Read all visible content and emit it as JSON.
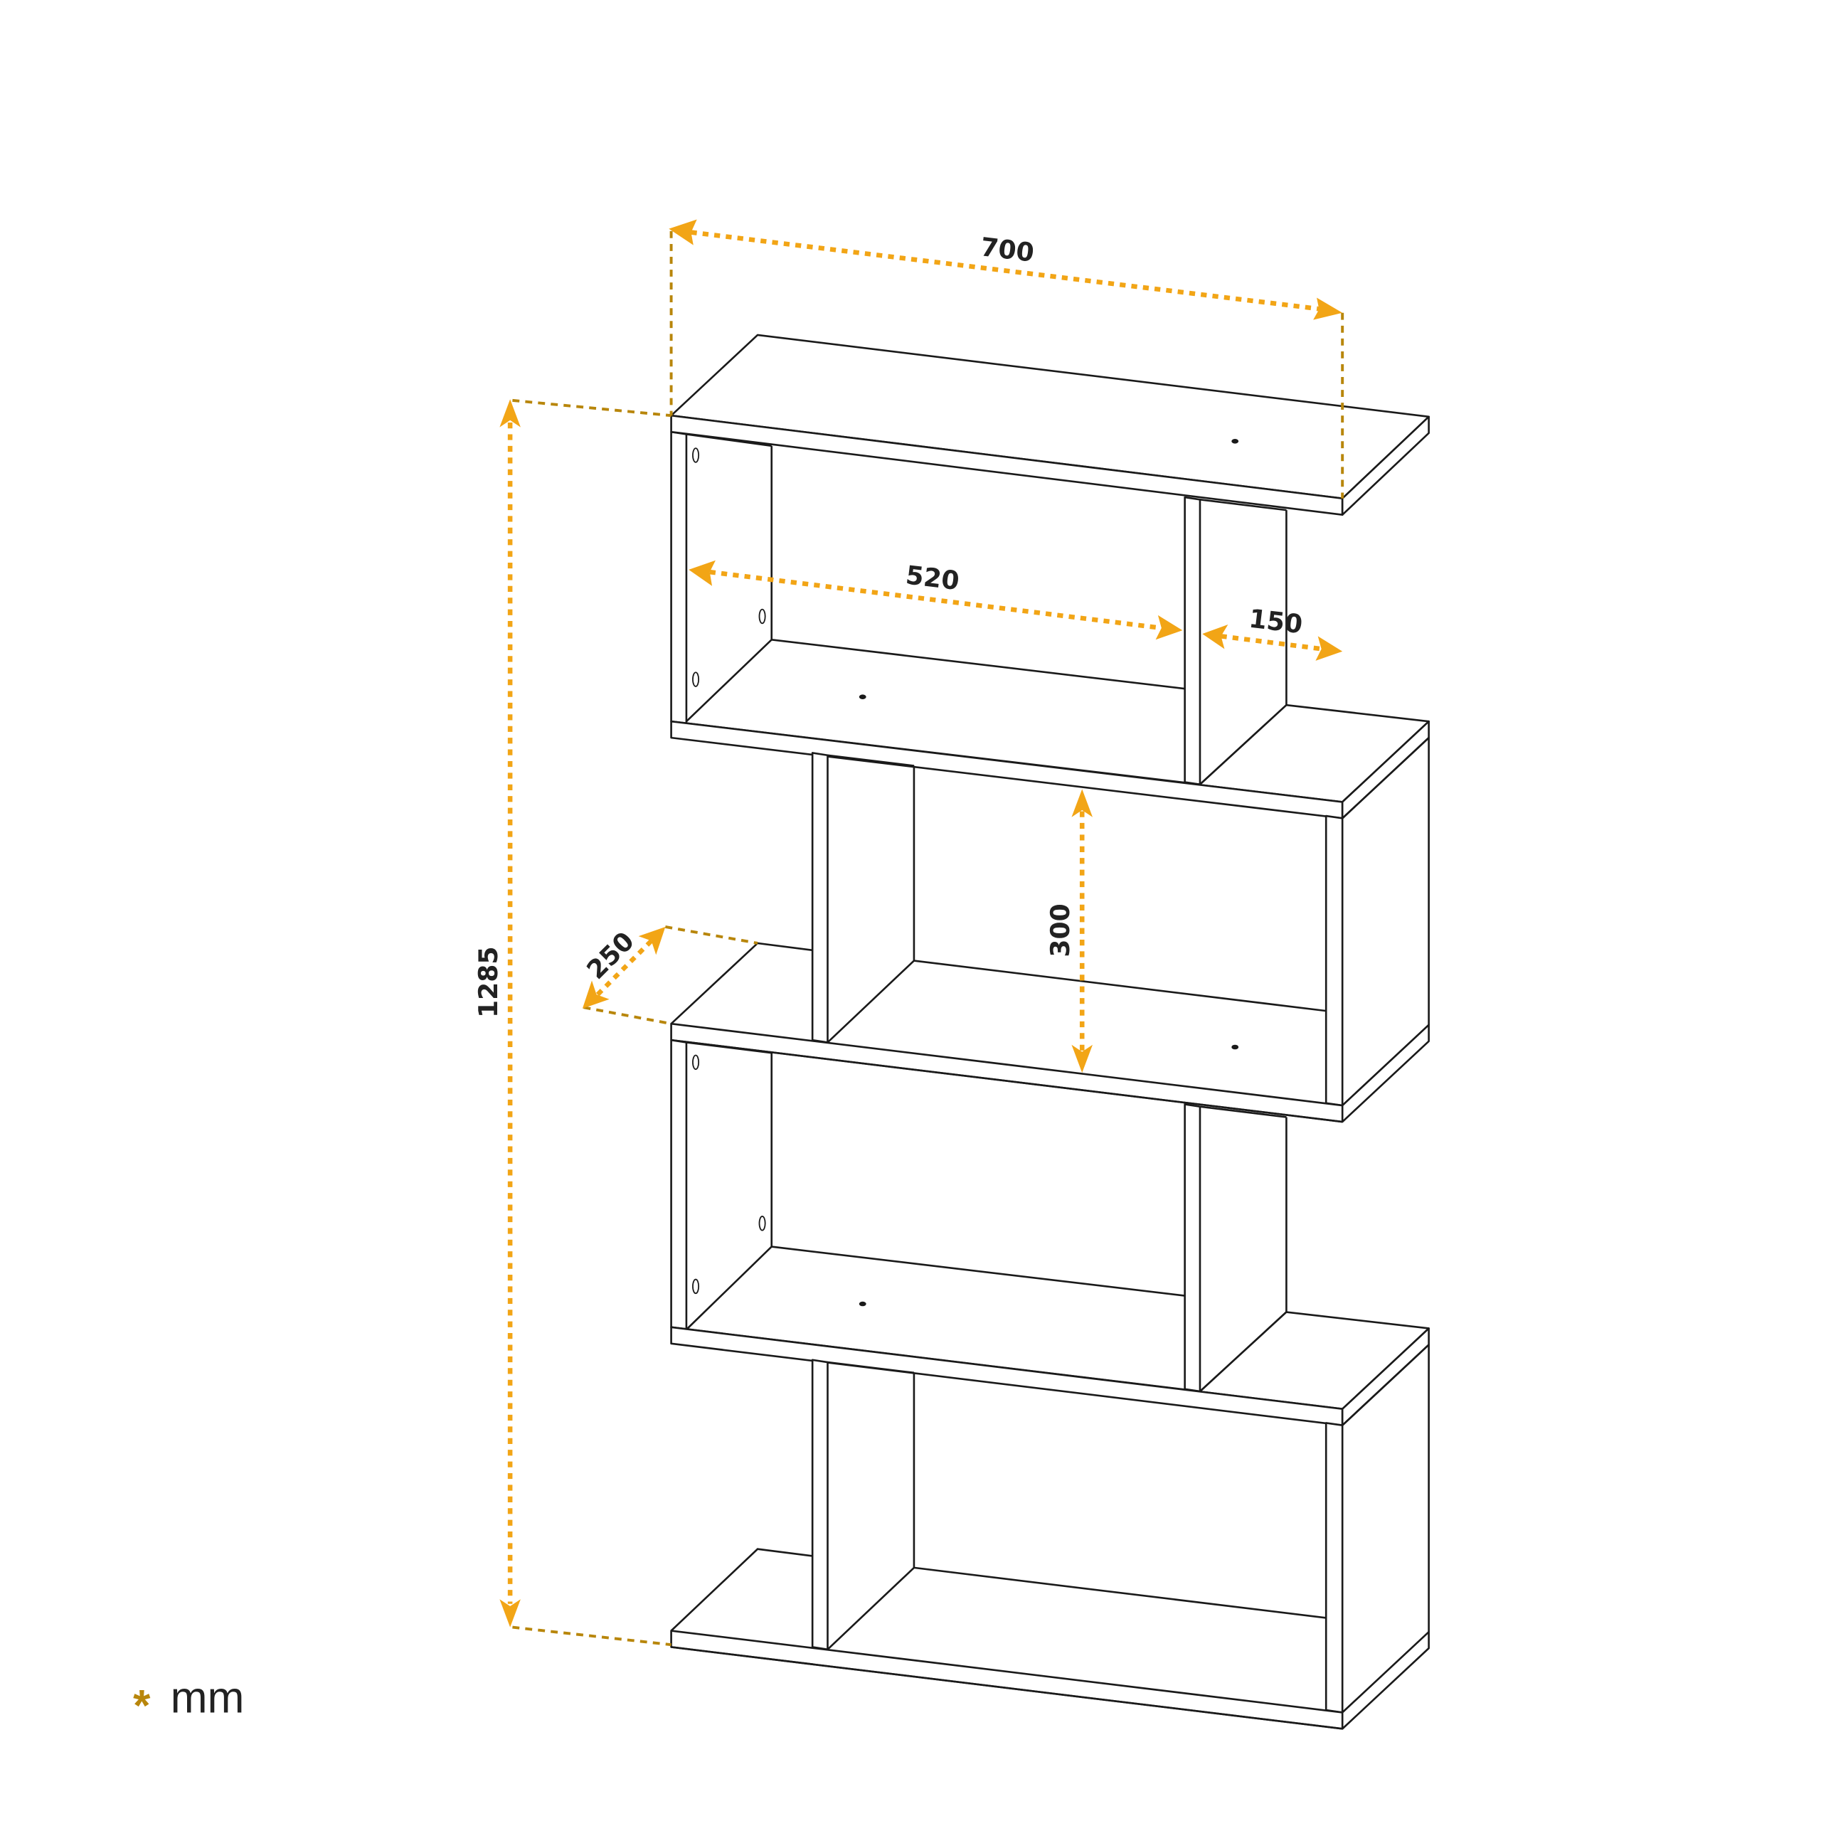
{
  "diagram": {
    "subject": "S-shaped 4-tier bookshelf technical drawing",
    "unit": {
      "marker": "*",
      "label": "mm"
    },
    "dimensions": {
      "width_total": "700",
      "inner_width": "520",
      "side_compartment": "150",
      "compartment_height": "300",
      "depth": "250",
      "height_total": "1285"
    },
    "colors": {
      "arrow": "#F2A516",
      "guide": "#B8860B",
      "outline": "#1a1a1a",
      "label": "#222222",
      "background": "#ffffff"
    }
  }
}
